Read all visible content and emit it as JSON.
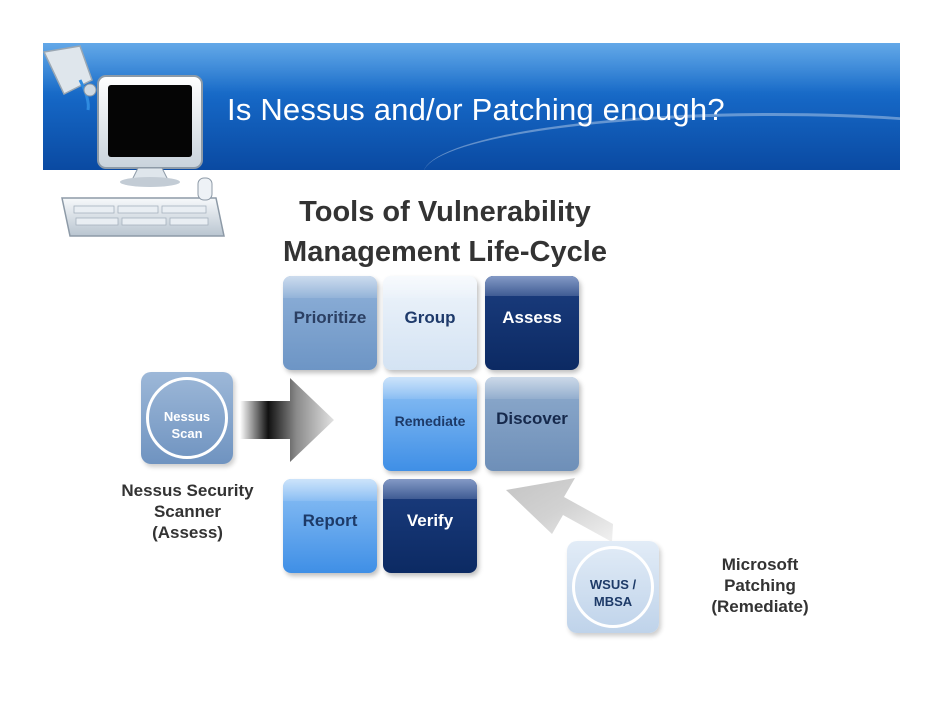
{
  "slide": {
    "title": "Is Nessus and/or Patching enough?",
    "heading_line1": "Tools of Vulnerability",
    "heading_line2": "Management Life-Cycle"
  },
  "grid": {
    "prioritize": "Prioritize",
    "group": "Group",
    "assess": "Assess",
    "remediate": "Remediate",
    "discover": "Discover",
    "report": "Report",
    "verify": "Verify"
  },
  "nessus": {
    "tile_line1": "Nessus",
    "tile_line2": "Scan",
    "caption_line1": "Nessus Security",
    "caption_line2": "Scanner",
    "caption_line3": "(Assess)"
  },
  "wsus": {
    "tile_line1": "WSUS /",
    "tile_line2": "MBSA",
    "caption_line1": "Microsoft",
    "caption_line2": "Patching",
    "caption_line3": "(Remediate)"
  },
  "colors": {
    "header_blue": "#1566c4",
    "dark_navy": "#0c2a63",
    "steel_blue": "#6d95c5",
    "bright_blue": "#3f8fe6",
    "text_gray": "#333333"
  },
  "icons": [
    "computer-illustration-icon",
    "right-arrow-icon",
    "diagonal-arrow-icon"
  ]
}
